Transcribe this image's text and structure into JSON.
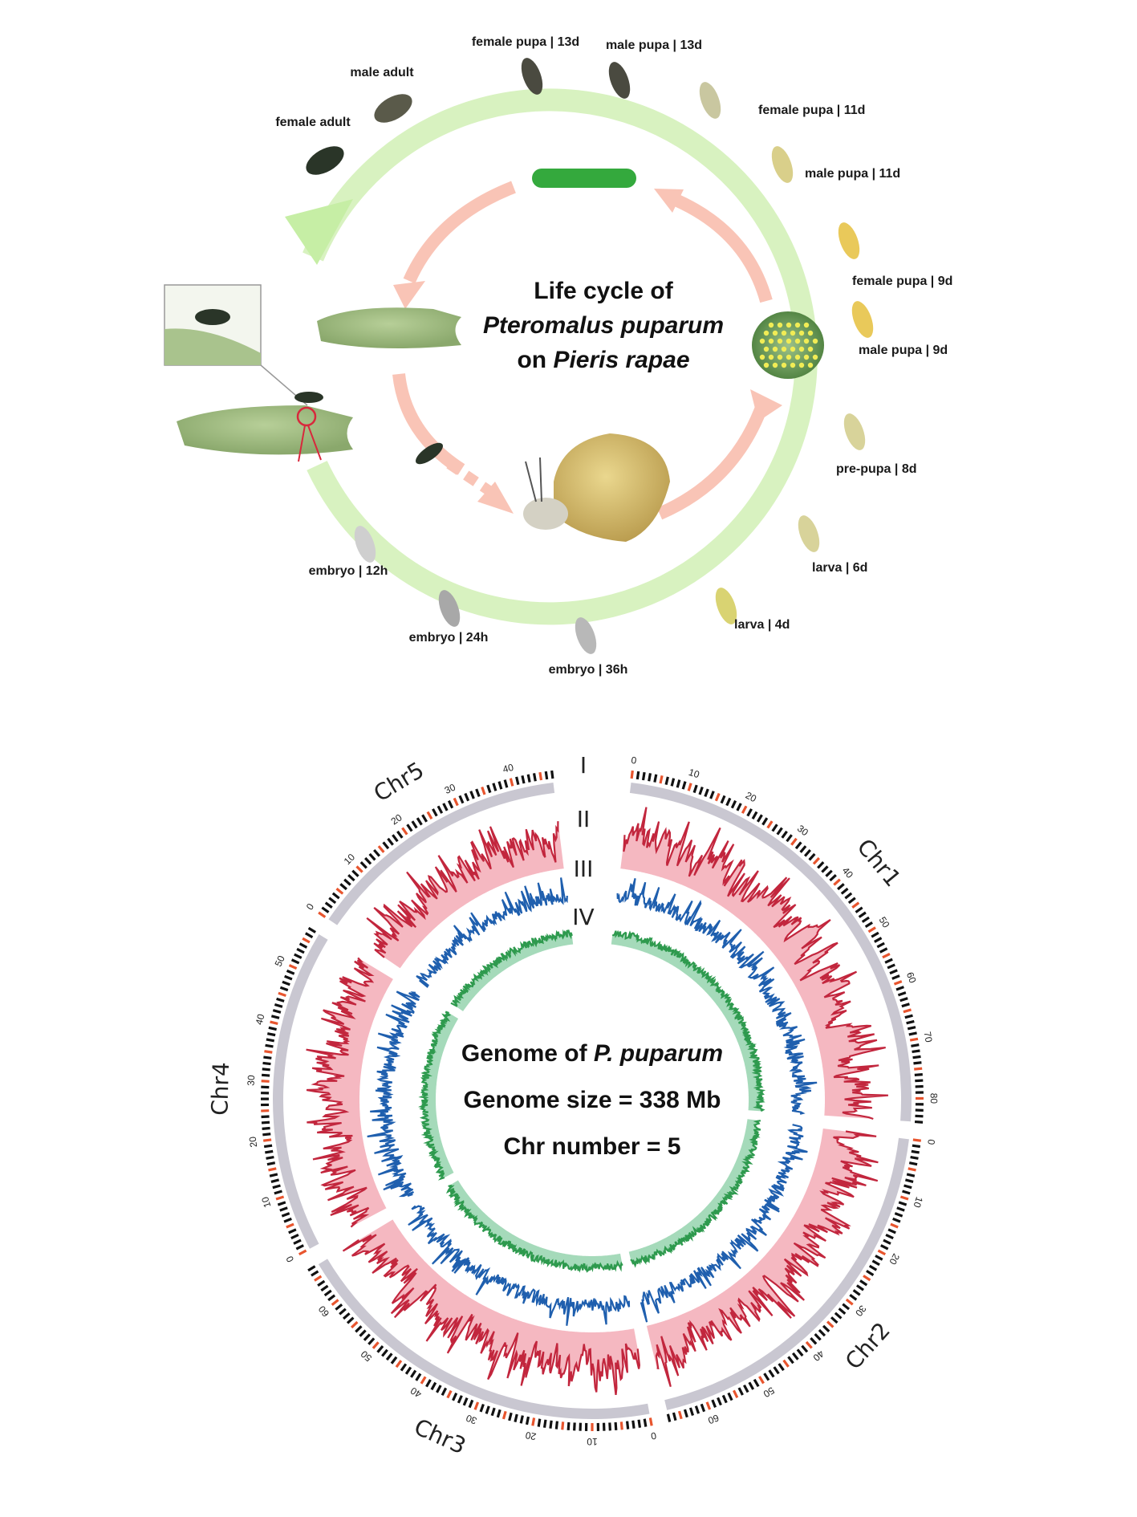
{
  "life_cycle": {
    "title_line1": "Life cycle of",
    "title_line2": "Pteromalus puparum",
    "title_line3_prefix": "on ",
    "title_line3_italic": "Pieris rapae",
    "stages": [
      "female pupa | 13d",
      "male pupa | 13d",
      "female pupa | 11d",
      "male pupa | 11d",
      "female pupa | 9d",
      "male pupa | 9d",
      "pre-pupa | 8d",
      "larva | 6d",
      "larva | 4d",
      "embryo | 36h",
      "embryo | 24h",
      "embryo | 12h",
      "female adult",
      "male adult"
    ],
    "colors": {
      "outer_arrow": "#d8f2c0",
      "inner_arrow": "#f9c4b6",
      "callout": "#d8283c"
    }
  },
  "genome": {
    "title_prefix": "Genome of ",
    "title_italic": "P. puparum",
    "size_text": "Genome size = 338 Mb",
    "chr_number_text": "Chr number = 5",
    "track_labels": [
      "I",
      "II",
      "III",
      "IV"
    ],
    "chromosomes": [
      {
        "name": "Chr1",
        "length": 84
      },
      {
        "name": "Chr2",
        "length": 67
      },
      {
        "name": "Chr3",
        "length": 67
      },
      {
        "name": "Chr4",
        "length": 57
      },
      {
        "name": "Chr5",
        "length": 47
      }
    ],
    "tick_label_step": 10,
    "colors": {
      "ideogram": "#c9c7d1",
      "track2": "#c2263d",
      "track2_fill": "#f2a6b2",
      "track3": "#1f5fae",
      "track4": "#2e9a4e",
      "track4_fill": "#8fd1a9",
      "tick_major": "#e8552e",
      "tick_minor": "#111111"
    }
  }
}
